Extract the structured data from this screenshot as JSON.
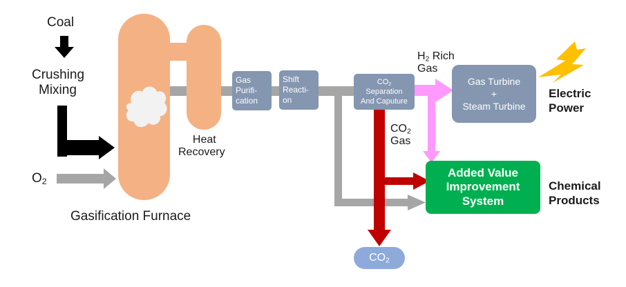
{
  "inputs": {
    "coal": "Coal",
    "crushing_1": "Crushing",
    "crushing_2": "Mixing",
    "o2_main": "O",
    "o2_sub": "2"
  },
  "furnace": {
    "label": "Gasification Furnace",
    "heat_recovery_1": "Heat",
    "heat_recovery_2": "Recovery"
  },
  "steps": {
    "gas_purification": [
      "Gas",
      "Purifi-",
      "cation"
    ],
    "shift_reaction": [
      "Shift",
      "Reacti-",
      "on"
    ],
    "co2_separation": {
      "l1_main": "CO",
      "l1_sub": "2",
      "l2": "Separation",
      "l3": "And Caputure"
    }
  },
  "flows": {
    "h2_main": "H",
    "h2_sub": "2",
    "h2_rest": " Rich",
    "h2_line2": "Gas",
    "co2gas_main": "CO",
    "co2gas_sub": "2",
    "co2gas_line2": "Gas"
  },
  "outputs": {
    "turbine_1": "Gas Turbine",
    "turbine_2": "+",
    "turbine_3": "Steam Turbine",
    "electric_1": "Electric",
    "electric_2": "Power",
    "avis_1": "Added Value",
    "avis_2": "Improvement",
    "avis_3": "System",
    "chem_1": "Chemical",
    "chem_2": "Products",
    "co2_main": "CO",
    "co2_sub": "2"
  },
  "colors": {
    "furnace": "#f4b183",
    "box": "#8496b0",
    "pipe_gray": "#a6a6a6",
    "co2_red": "#c00000",
    "h2_pink": "#ff99ff",
    "green": "#00b050",
    "co2_bubble": "#8eaadb",
    "lightning": "#ffc000"
  }
}
